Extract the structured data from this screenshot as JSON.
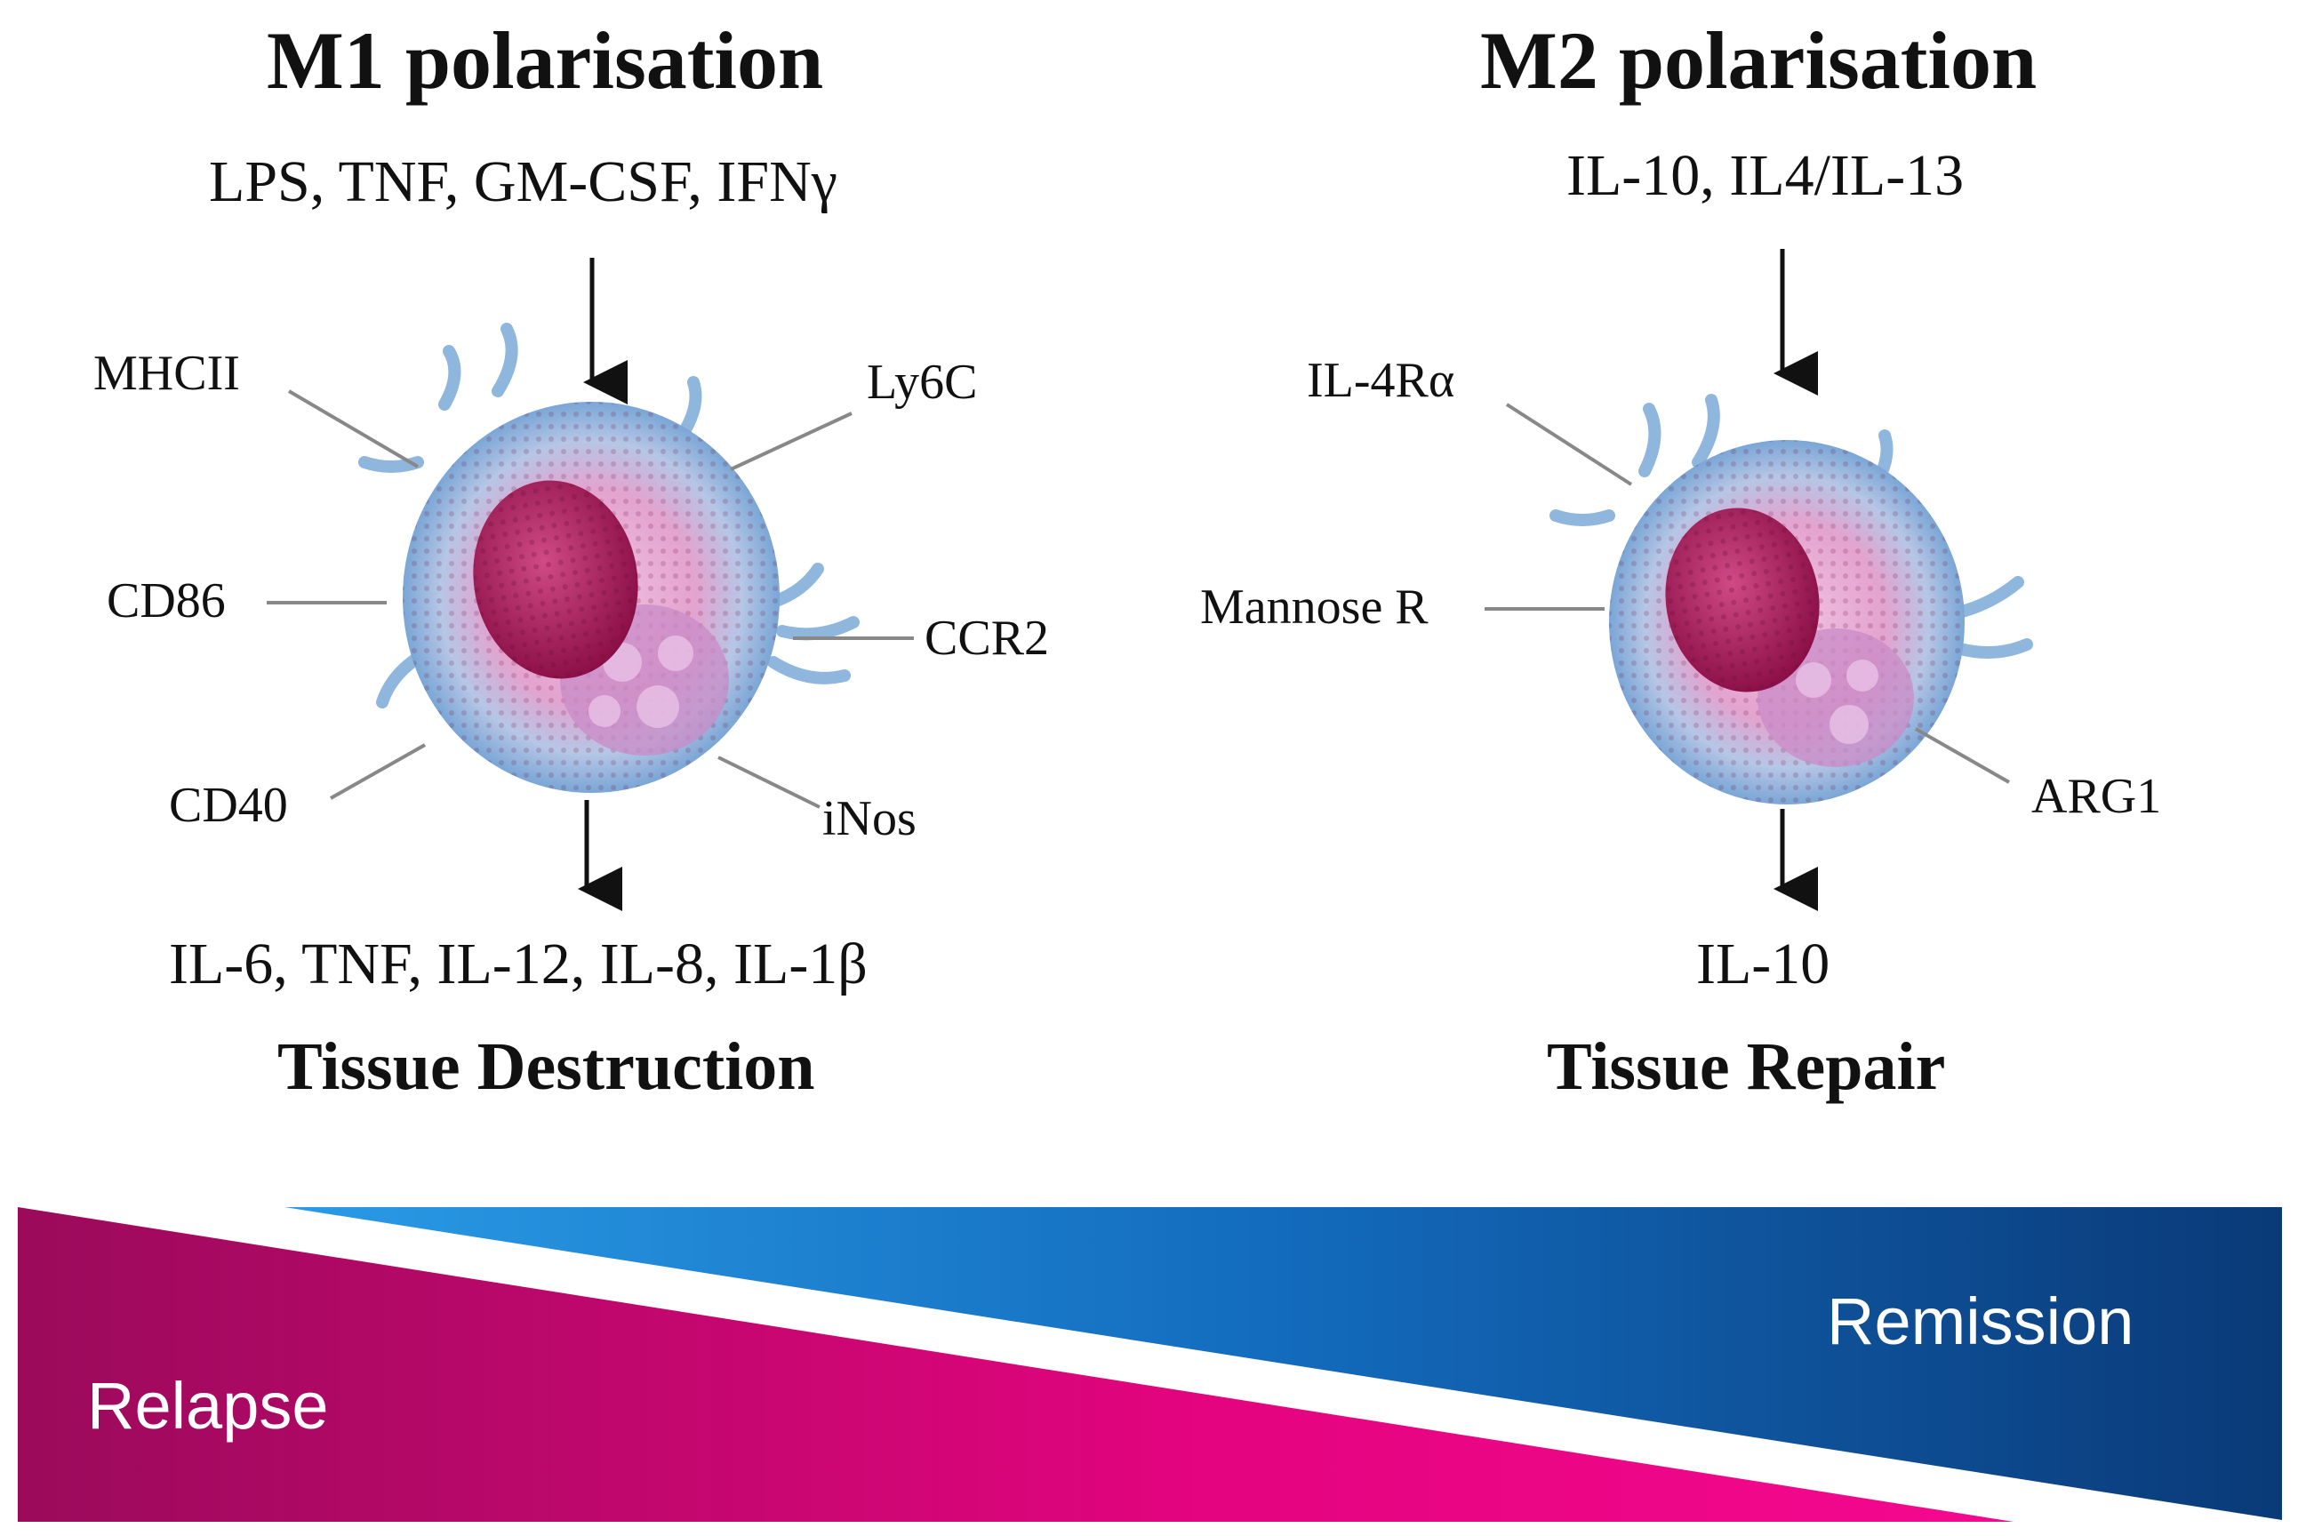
{
  "m1": {
    "title": "M1 polarisation",
    "stimuli": "LPS, TNF, GM-CSF, IFNγ",
    "markers": {
      "mhcii": "MHCII",
      "ly6c": "Ly6C",
      "cd86": "CD86",
      "ccr2": "CCR2",
      "cd40": "CD40",
      "inos": "iNos"
    },
    "products": "IL-6, TNF, IL-12, IL-8, IL-1β",
    "outcome": "Tissue Destruction"
  },
  "m2": {
    "title": "M2 polarisation",
    "stimuli": "IL-10, IL4/IL-13",
    "markers": {
      "il4ra": "IL-4Rα",
      "mannose_r": "Mannose R",
      "arg1": "ARG1"
    },
    "products": "IL-10",
    "outcome": "Tissue Repair"
  },
  "gradient_band": {
    "left_label": "Relapse",
    "right_label": "Remission",
    "colors": {
      "relapse_dark": "#9b0a5b",
      "relapse_bright": "#f5088f",
      "remission_light": "#1e88d8",
      "remission_dark": "#0a3a78"
    }
  },
  "cell_colors": {
    "membrane": "#8fb6dc",
    "cytoplasm": "#e6a9d0",
    "nucleus": "#b21f5e",
    "vesicle": "#c98bc7"
  }
}
